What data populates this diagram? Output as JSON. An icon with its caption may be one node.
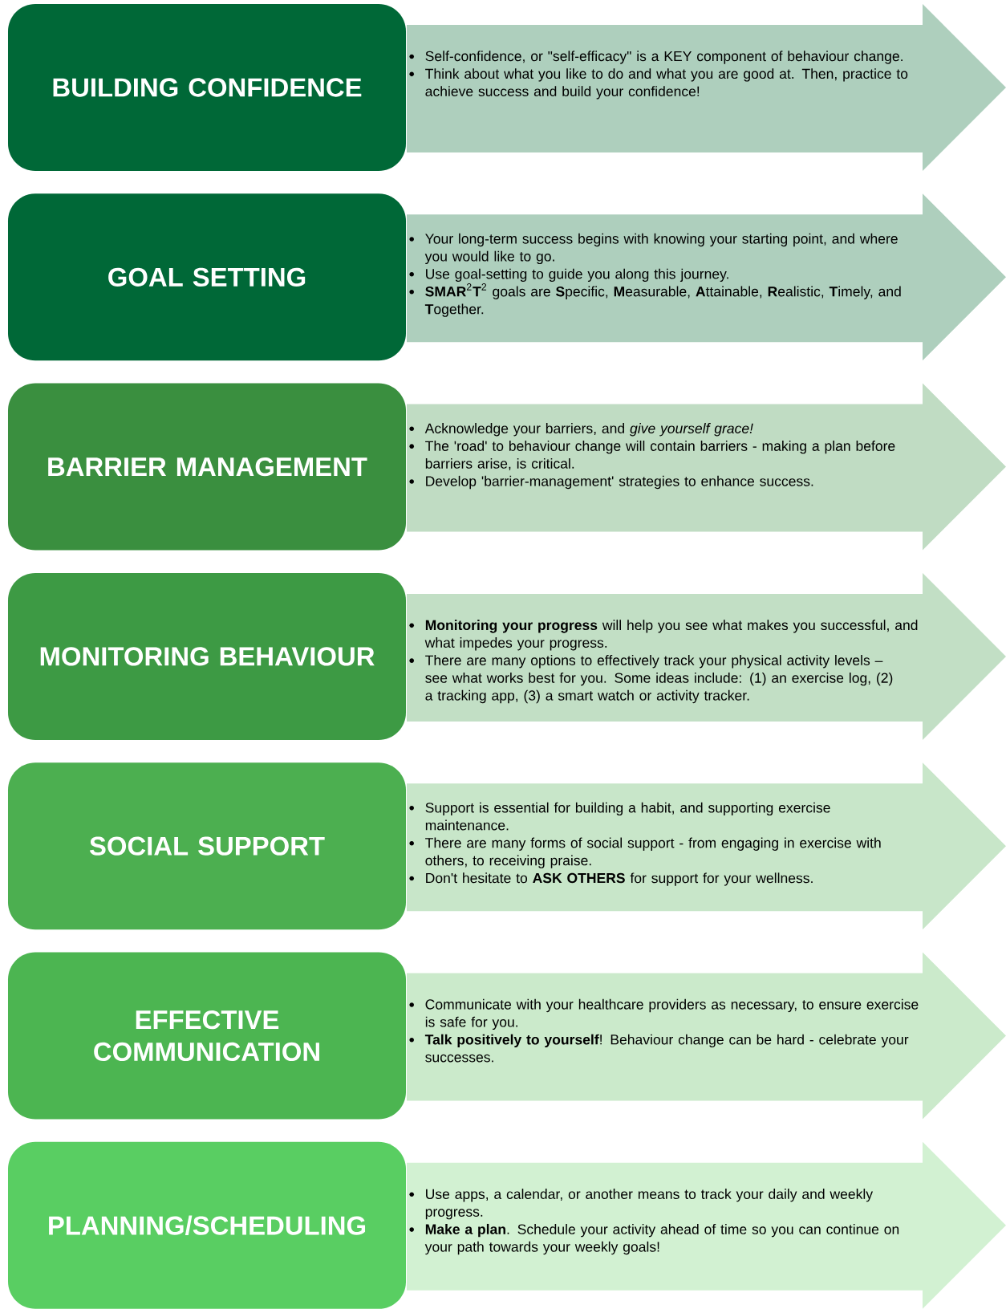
{
  "diagram": {
    "nodes": [
      {
        "text": [
          "BUILDING CONFIDENCE"
        ]
      },
      {
        "text": [
          "Self-confidence, or \"self-efficacy\" is a KEY component of behaviour change.",
          "Think about what you like to do and what you are good at. Then, practice to achieve success and build your confidence!"
        ]
      },
      {
        "text": [
          "GOAL SETTING"
        ]
      },
      {
        "text": [
          "Your long-term success begins with knowing your starting point, and where you would like to go.",
          "Use goal-setting to guide you along this journey.",
          "**SMAR**$^{2}$**T**$^{2}$ goals are **S**pecific, **M**easurable, **A**ttainable, **R**ealistic, **T**imely, and **T**ogether."
        ]
      },
      {
        "text": [
          "BARRIER MANAGEMENT"
        ]
      },
      {
        "text": [
          "Acknowledge your barriers, and *give yourself grace!*",
          "The 'road' to behaviour change will contain barriers - making a plan before barriers arise, is critical.",
          "Develop 'barrier-management' strategies to enhance success."
        ]
      },
      {
        "text": [
          "MONITORING BEHAVIOUR"
        ]
      },
      {
        "text": [
          "**Monitoring your progress** will help you see what makes you successful, and what impedes your progress.",
          "There are many options to effectively track your physical activity levels – see what works best for you. Some ideas include: (1) an exercise log, (2) a tracking app, (3) a smart watch or activity tracker."
        ]
      },
      {
        "text": [
          "SOCIAL SUPPORT"
        ]
      },
      {
        "text": [
          "Support is essential for building a habit, and supporting exercise maintenance.",
          "There are many forms of social support - from engaging in exercise with others, to receiving praise.",
          "Don't hesitate to **ASK OTHERS** for support for your wellness."
        ]
      },
      {
        "text": [
          "EFFECTIVE COMMUNICATION"
        ]
      },
      {
        "text": [
          "Communicate with your healthcare providers as necessary, to ensure exercise is safe for you.",
          "**Talk positively to yourself**! Behaviour change can be hard - celebrate your successes."
        ]
      },
      {
        "text": [
          "PLANNING/SCHEDULING"
        ]
      },
      {
        "text": [
          "Use apps, a calendar, or another means to track your daily and weekly progress.",
          "**Make a plan**. Schedule your activity ahead of time so you can continue on your path towards your weekly goals!"
        ]
      }
    ]
  }
}
